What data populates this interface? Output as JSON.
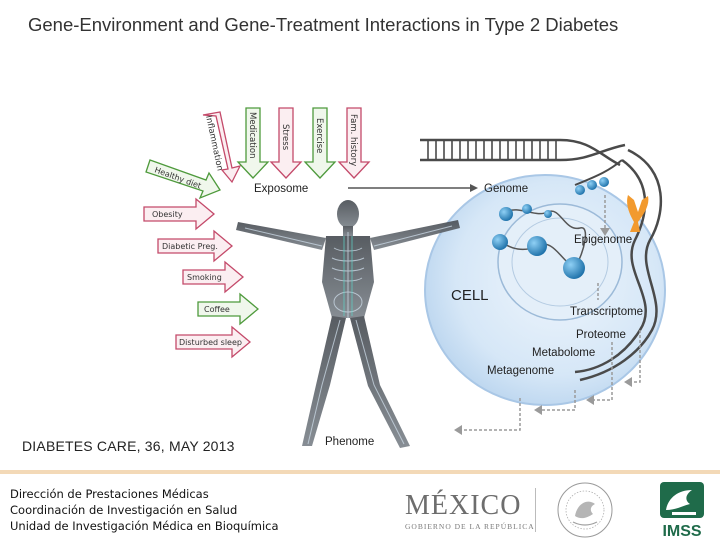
{
  "title": "Gene-Environment and Gene-Treatment Interactions in Type 2 Diabetes",
  "top_arrows": [
    "Inflammation",
    "Medication",
    "Stress",
    "Exercise",
    "Fam. history"
  ],
  "left_arrows": [
    "Healthy diet",
    "Obesity",
    "Diabetic Preg.",
    "Smoking",
    "Coffee",
    "Disturbed sleep"
  ],
  "labels": {
    "exposome": "Exposome",
    "genome": "Genome",
    "epigenome": "Epigenome",
    "cell": "CELL",
    "transcriptome": "Transcriptome",
    "proteome": "Proteome",
    "metabolome": "Metabolome",
    "metagenome": "Metagenome",
    "phenome": "Phenome"
  },
  "citation": "DIABETES CARE, 36, MAY 2013",
  "footer": {
    "line1": "Dirección de Prestaciones Médicas",
    "line2": "Coordinación de Investigación en Salud",
    "line3": "Unidad de Investigación Médica en Bioquímica"
  },
  "logos": {
    "mexico": "MÉXICO",
    "mexico_sub": "GOBIERNO DE LA REPÚBLICA",
    "seal": "ESTADOS UNIDOS MEXICANOS",
    "imss": "IMSS"
  },
  "colors": {
    "arrow_pink": "#c44a6a",
    "arrow_green": "#4e9a3c",
    "cell_blue": "#cfe3f5",
    "footer_rule": "#f3d9b7"
  }
}
